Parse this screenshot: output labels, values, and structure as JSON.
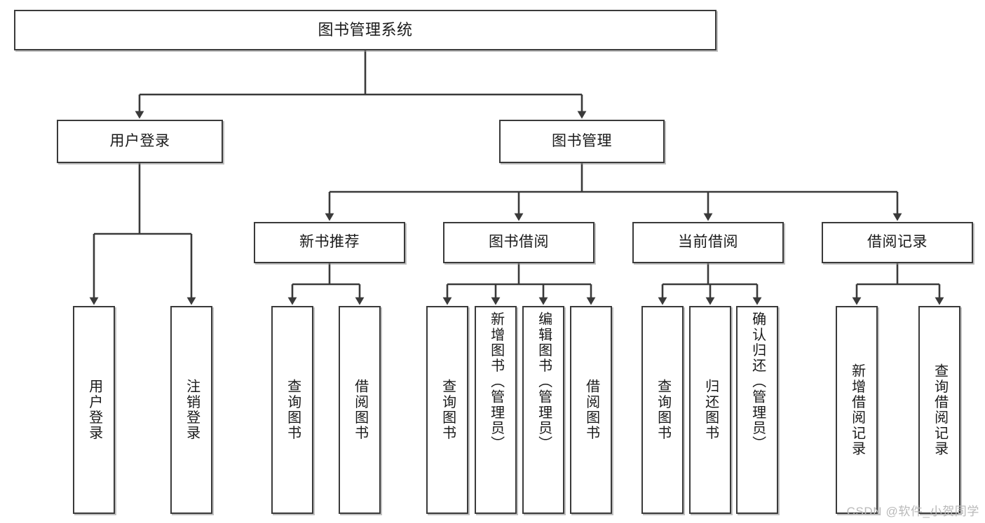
{
  "diagram": {
    "title": "图书管理系统",
    "type": "功能结构图",
    "watermark": "CSDN @软件_小贺同学"
  },
  "nodes": {
    "root": {
      "label": "图书管理系统"
    },
    "tier2": [
      {
        "label": "用户登录"
      },
      {
        "label": "图书管理"
      }
    ],
    "tier3": [
      {
        "label": "新书推荐"
      },
      {
        "label": "图书借阅"
      },
      {
        "label": "当前借阅"
      },
      {
        "label": "借阅记录"
      }
    ],
    "leaves": {
      "user_login": [
        {
          "label": "用户登录"
        },
        {
          "label": "注销登录"
        }
      ],
      "new_book_recommend": [
        {
          "label": "查询图书"
        },
        {
          "label": "借阅图书"
        }
      ],
      "book_borrow": [
        {
          "label": "查询图书"
        },
        {
          "label": "新增图书（管理员）"
        },
        {
          "label": "编辑图书（管理员）"
        },
        {
          "label": "借阅图书"
        }
      ],
      "current_borrow": [
        {
          "label": "查询图书"
        },
        {
          "label": "归还图书"
        },
        {
          "label": "确认归还（管理员）"
        }
      ],
      "borrow_record": [
        {
          "label": "新增借阅记录"
        },
        {
          "label": "查询借阅记录"
        }
      ]
    }
  },
  "colors": {
    "box_border": "#3a3a3a",
    "box_fill": "#ffffff",
    "connector": "#3a3a3a",
    "text": "#1a1a1a",
    "watermark": "#b9b9b9",
    "background": "#ffffff"
  }
}
